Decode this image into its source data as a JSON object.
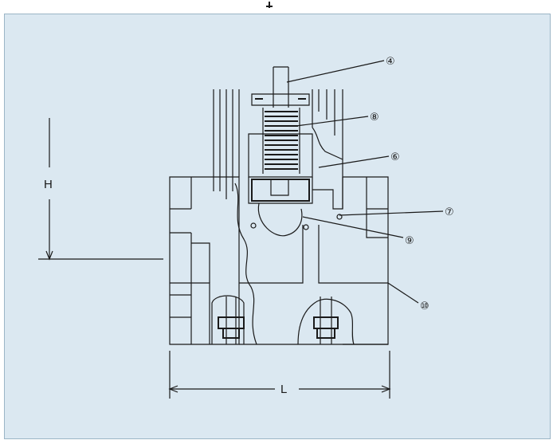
{
  "dimensions": {
    "height": "H",
    "length": "L"
  },
  "callouts": [
    {
      "id": "4",
      "text": "④"
    },
    {
      "id": "8",
      "text": "⑧"
    },
    {
      "id": "6",
      "text": "⑥"
    },
    {
      "id": "7",
      "text": "⑦"
    },
    {
      "id": "9",
      "text": "⑨"
    },
    {
      "id": "10",
      "text": "⑩"
    }
  ]
}
